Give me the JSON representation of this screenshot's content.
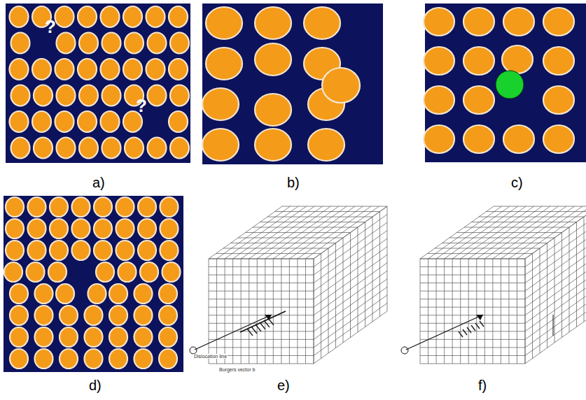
{
  "diagram": {
    "labels": [
      "a)",
      "b)",
      "c)",
      "d)",
      "e)",
      "f)",
      "?",
      "?",
      "Dislocation line",
      "Burgers vector b"
    ]
  }
}
